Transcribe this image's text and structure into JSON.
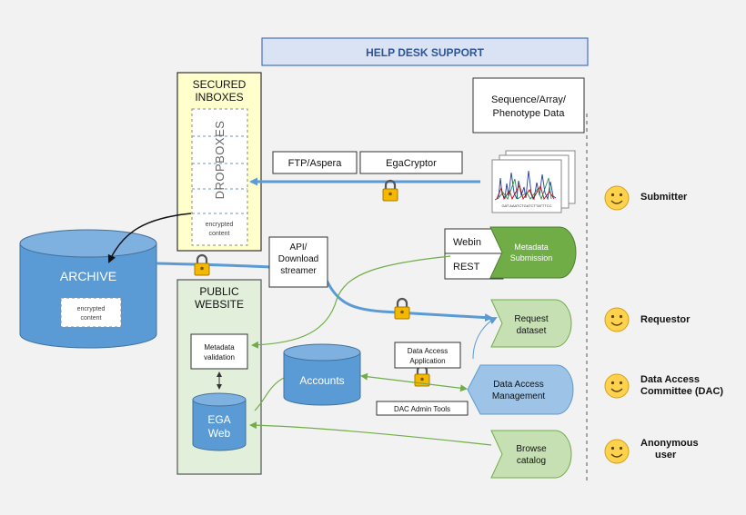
{
  "header": {
    "help_desk": "HELP DESK SUPPORT"
  },
  "secured_inboxes": {
    "title_line1": "SECURED",
    "title_line2": "INBOXES",
    "dropboxes": "DROPBOXES",
    "encrypted_line1": "encrypted",
    "encrypted_line2": "content"
  },
  "archive": {
    "label": "ARCHIVE",
    "encrypted_line1": "encrypted",
    "encrypted_line2": "content"
  },
  "public_website": {
    "title_line1": "PUBLIC",
    "title_line2": "WEBSITE",
    "metadata_line1": "Metadata",
    "metadata_line2": "validation",
    "ega_line1": "EGA",
    "ega_line2": "Web"
  },
  "transfer": {
    "ftp": "FTP/Aspera",
    "egacryptor": "EgaCryptor",
    "api_line1": "API/",
    "api_line2": "Download",
    "api_line3": "streamer"
  },
  "data_doc": {
    "line1": "Sequence/Array/",
    "line2": "Phenotype Data",
    "sequence_text": "GAT AAATCTGATCTTATTTCC"
  },
  "submission": {
    "webin": "Webin",
    "rest": "REST",
    "metadata_line1": "Metadata",
    "metadata_line2": "Submission"
  },
  "accounts": {
    "label": "Accounts"
  },
  "access": {
    "application_line1": "Data Access",
    "application_line2": "Application",
    "dac_tools": "DAC Admin Tools",
    "request_line1": "Request",
    "request_line2": "dataset",
    "management_line1": "Data Access",
    "management_line2": "Management",
    "browse_line1": "Browse",
    "browse_line2": "catalog"
  },
  "actors": {
    "submitter": "Submitter",
    "requestor": "Requestor",
    "dac_line1": "Data Access",
    "dac_line2": "Committee (DAC)",
    "anon_line1": "Anonymous",
    "anon_line2": "user"
  },
  "colors": {
    "background": "#f2f2f2",
    "archive_blue": "#5b9bd5",
    "yellow_box": "#ffffcc",
    "green_box": "#e2efda",
    "green_tab": "#70ad47",
    "light_green": "#c6e0b4",
    "light_blue": "#9dc3e6",
    "smiley": "#ffd24d",
    "header_border": "#4472c4"
  }
}
